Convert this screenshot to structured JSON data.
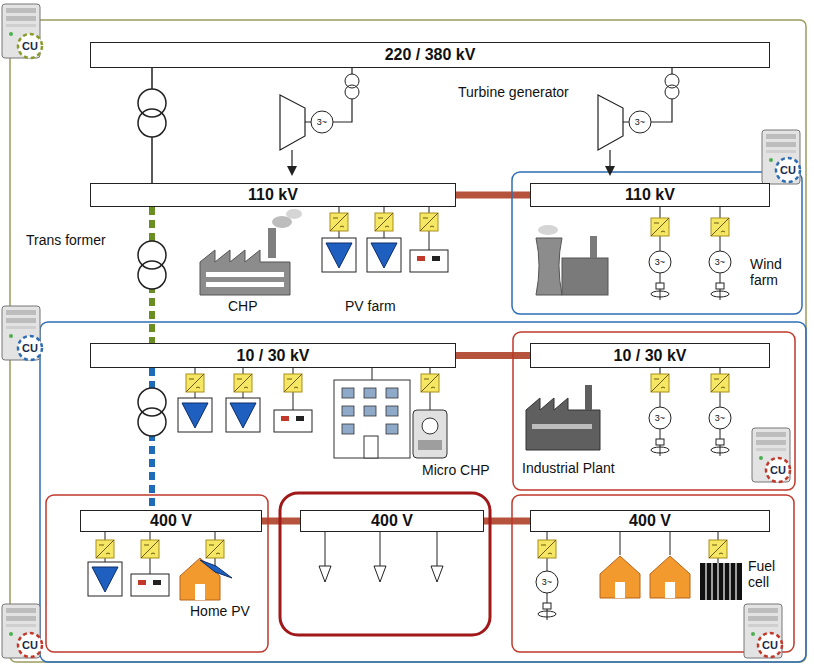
{
  "diagram": {
    "nodes": [
      {
        "text": [
          "220 / 380 kV"
        ]
      },
      {
        "text": [
          "110 kV"
        ]
      },
      {
        "text": [
          "110 kV"
        ]
      },
      {
        "text": [
          "10 / 30 kV"
        ]
      },
      {
        "text": [
          "10 / 30 kV"
        ]
      },
      {
        "text": [
          "400 V"
        ]
      },
      {
        "text": [
          "400 V"
        ]
      },
      {
        "text": [
          "400 V"
        ]
      }
    ],
    "edges": [
      {
        "from": 0,
        "to": 1,
        "arrow": "none"
      },
      {
        "from": 1,
        "to": 2,
        "arrow": "none"
      },
      {
        "from": 1,
        "to": 3,
        "arrow": "none"
      },
      {
        "from": 3,
        "to": 4,
        "arrow": "none"
      },
      {
        "from": 3,
        "to": 5,
        "arrow": "none"
      },
      {
        "from": 5,
        "to": 6,
        "arrow": "none"
      },
      {
        "from": 6,
        "to": 7,
        "arrow": "none"
      }
    ],
    "labels": [
      "Turbine generator",
      "Trans former",
      "CHP",
      "PV farm",
      "Wind farm",
      "Micro CHP",
      "Industrial Plant",
      "Home PV",
      "Fuel cell",
      "CU",
      "CU",
      "CU",
      "CU",
      "CU",
      "CU",
      "3~",
      "3~",
      "3~",
      "3~",
      "3~",
      "3~",
      "3~"
    ]
  }
}
